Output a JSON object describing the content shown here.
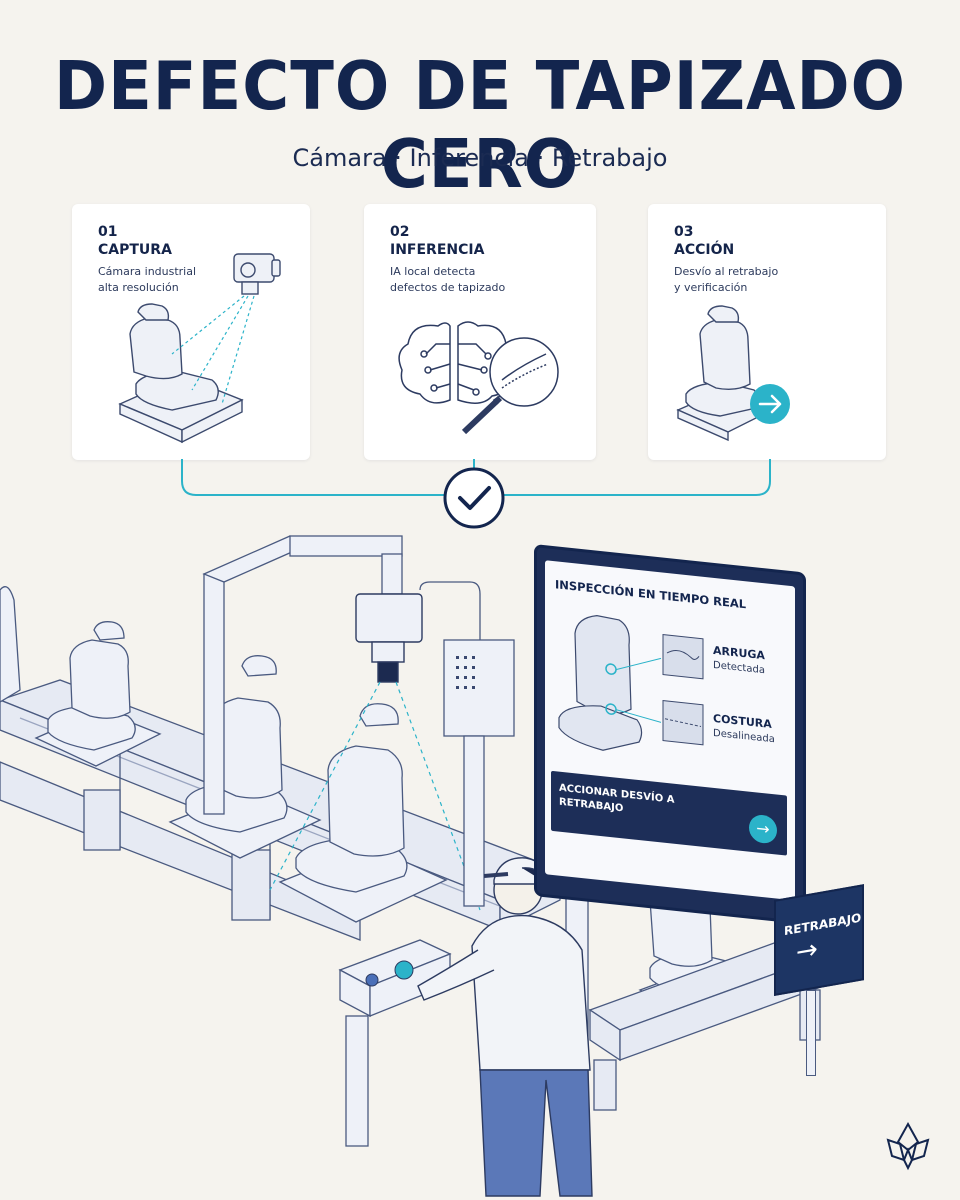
{
  "header": {
    "title": "DEFECTO DE TAPIZADO CERO",
    "subtitle": "Cámara · Inferencia · Retrabajo"
  },
  "steps": [
    {
      "num": "01",
      "name": "CAPTURA",
      "desc_line1": "Cámara industrial",
      "desc_line2": "alta resolución",
      "icon": "camera-seat-icon"
    },
    {
      "num": "02",
      "name": "INFERENCIA",
      "desc_line1": "IA local detecta",
      "desc_line2": "defectos de tapizado",
      "icon": "brain-magnifier-icon"
    },
    {
      "num": "03",
      "name": "ACCIÓN",
      "desc_line1": "Desvío al retrabajo",
      "desc_line2": "y verificación",
      "icon": "seat-arrow-icon"
    }
  ],
  "monitor": {
    "heading": "INSPECCIÓN EN TIEMPO REAL",
    "defects": [
      {
        "label": "ARRUGA",
        "status": "Detectada"
      },
      {
        "label": "COSTURA",
        "status": "Desalineada"
      }
    ],
    "action_button": "ACCIONAR DESVÍO A RETRABAJO"
  },
  "sign": {
    "label": "RETRABAJO"
  },
  "colors": {
    "navy": "#13254e",
    "teal": "#2bb3c9",
    "line": "#4a5a80",
    "fill": "#e8ecf5",
    "bg": "#f5f3ee"
  }
}
